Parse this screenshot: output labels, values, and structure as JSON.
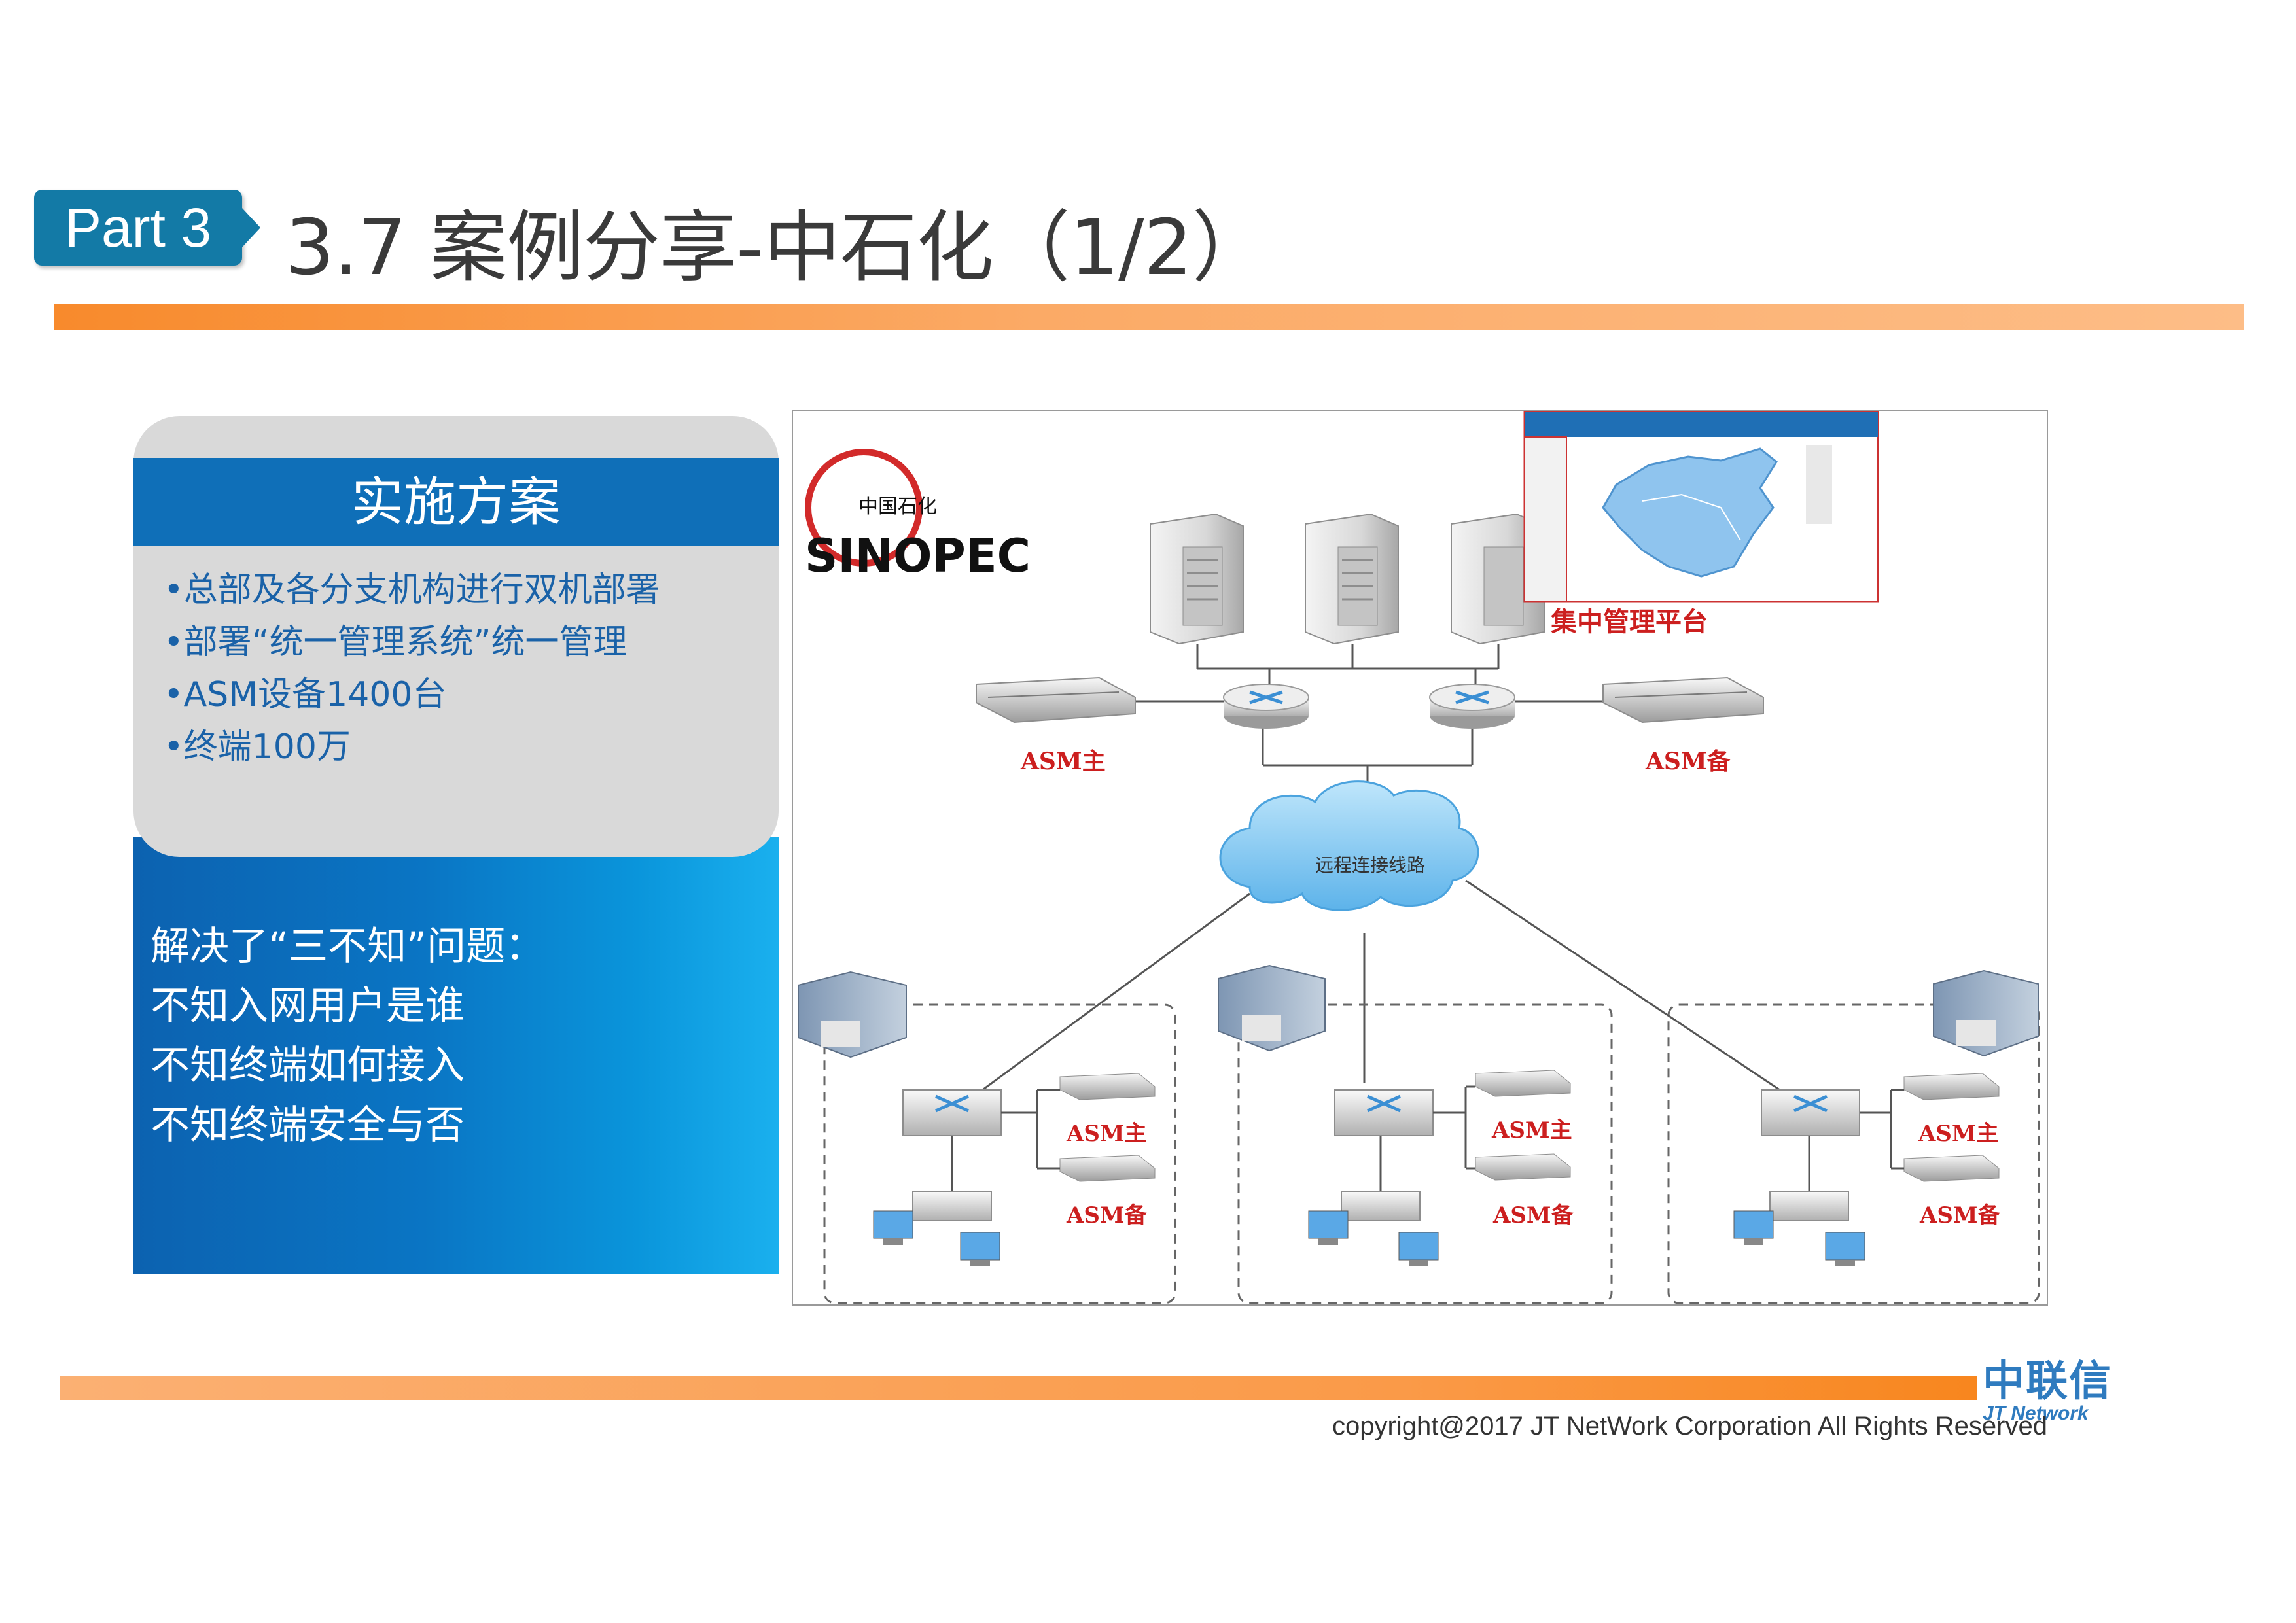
{
  "header": {
    "part_label": "Part 3",
    "title": "3.7 案例分享-中石化（1/2）"
  },
  "panel": {
    "heading": "实施方案",
    "bullets": [
      "•总部及各分支机构进行双机部署",
      "•部署“统一管理系统”统一管理",
      "•ASM设备1400台",
      "•终端100万"
    ],
    "issues": [
      "解决了“三不知”问题：",
      "不知入网用户是谁",
      "不知终端如何接入",
      "不知终端安全与否"
    ]
  },
  "diagram": {
    "logo_cn": "中国石化",
    "logo_en": "SINOPEC",
    "mgmt_label": "集中管理平台",
    "asm_main": "ASM主",
    "asm_backup": "ASM备",
    "cloud_label": "远程连接线路",
    "branches": [
      {
        "main": "ASM主",
        "backup": "ASM备"
      },
      {
        "main": "ASM主",
        "backup": "ASM备"
      },
      {
        "main": "ASM主",
        "backup": "ASM备"
      }
    ]
  },
  "footer": {
    "logo_cn": "中联信",
    "logo_en": "JT Network",
    "copyright": "copyright@2017  JT NetWork Corporation All Rights Reserved"
  },
  "colors": {
    "accent_blue": "#137aa6",
    "panel_blue": "#0f6fb8",
    "orange": "#f88a2c",
    "label_red": "#cc1f1f"
  }
}
